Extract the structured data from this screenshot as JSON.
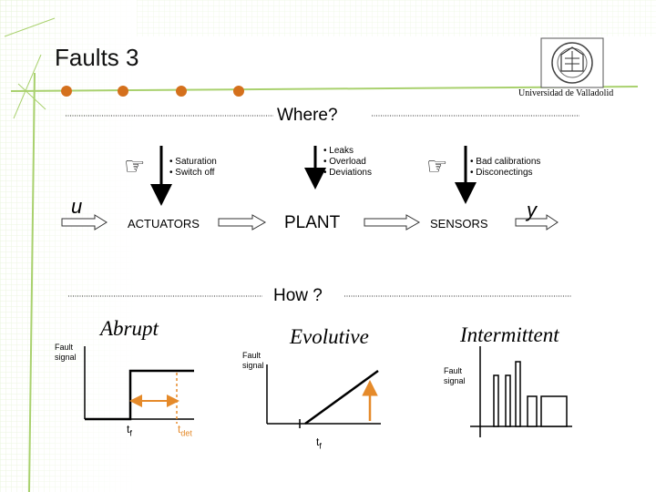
{
  "slide": {
    "title": "Faults 3",
    "university": "Universidad de Valladolid"
  },
  "where": {
    "heading": "Where?",
    "input": "u",
    "output": "y",
    "blocks": {
      "actuators": "ACTUATORS",
      "plant": "PLANT",
      "sensors": "SENSORS"
    },
    "actuator_faults": [
      "• Saturation",
      "• Switch off"
    ],
    "plant_faults": [
      "• Leaks",
      "• Overload",
      "• Deviations"
    ],
    "sensor_faults": [
      "• Bad calibrations",
      "• Disconectings"
    ]
  },
  "how": {
    "heading": "How ?",
    "abrupt": {
      "title": "Abrupt",
      "axis_label_1": "Fault",
      "axis_label_2": "signal",
      "tf": "t",
      "tf_sub": "f",
      "tdet": "t",
      "tdet_sub": "det"
    },
    "evolutive": {
      "title": "Evolutive",
      "axis_label_1": "Fault",
      "axis_label_2": "signal",
      "tf": "t",
      "tf_sub": "f"
    },
    "intermittent": {
      "title": "Intermittent",
      "axis_label_1": "Fault",
      "axis_label_2": "signal"
    }
  },
  "colors": {
    "bullet": "#d4701c",
    "arrow_orange": "#e58a2a",
    "dotted_line": "#333333",
    "grid_green": "#d7ecbf",
    "decor_green": "#a9d16e"
  },
  "icons": {
    "pointing_hand": "☞",
    "logo": "university-seal"
  }
}
